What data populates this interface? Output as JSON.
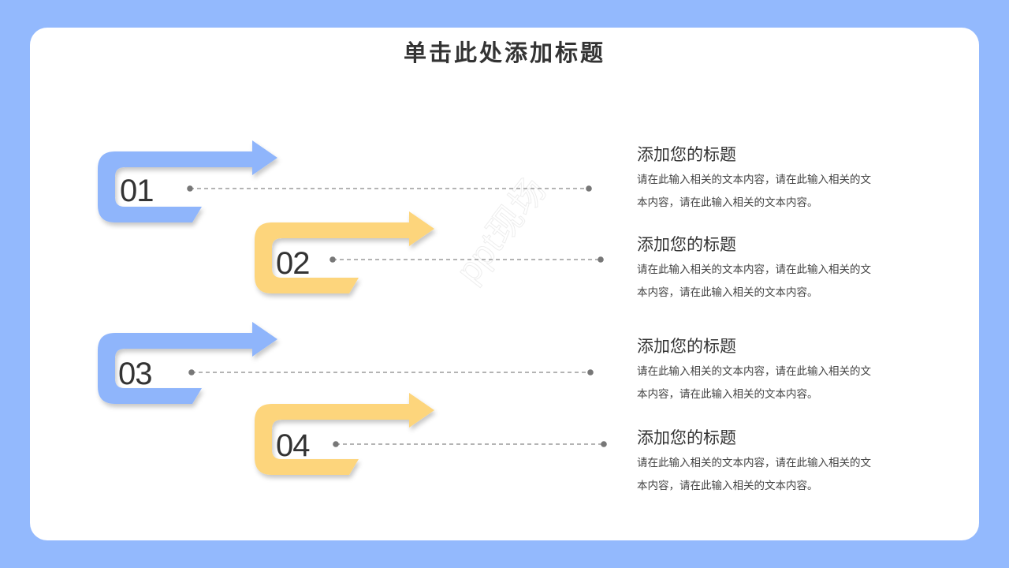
{
  "slide": {
    "title": "单击此处添加标题",
    "colors": {
      "background": "#93b9fd",
      "card": "#ffffff",
      "blue": "#8fb5fb",
      "yellow": "#fdd57b",
      "text": "#333333",
      "dash": "#888888"
    },
    "watermark": "ppt现场"
  },
  "items": [
    {
      "number": "01",
      "color": "blue",
      "heading": "添加您的标题",
      "body_line1": "请在此输入相关的文本内容，请在此输入相关的文",
      "body_line2": "本内容，请在此输入相关的文本内容。"
    },
    {
      "number": "02",
      "color": "yellow",
      "heading": "添加您的标题",
      "body_line1": "请在此输入相关的文本内容，请在此输入相关的文",
      "body_line2": "本内容，请在此输入相关的文本内容。"
    },
    {
      "number": "03",
      "color": "blue",
      "heading": "添加您的标题",
      "body_line1": "请在此输入相关的文本内容，请在此输入相关的文",
      "body_line2": "本内容，请在此输入相关的文本内容。"
    },
    {
      "number": "04",
      "color": "yellow",
      "heading": "添加您的标题",
      "body_line1": "请在此输入相关的文本内容，请在此输入相关的文",
      "body_line2": "本内容，请在此输入相关的文本内容。"
    }
  ]
}
